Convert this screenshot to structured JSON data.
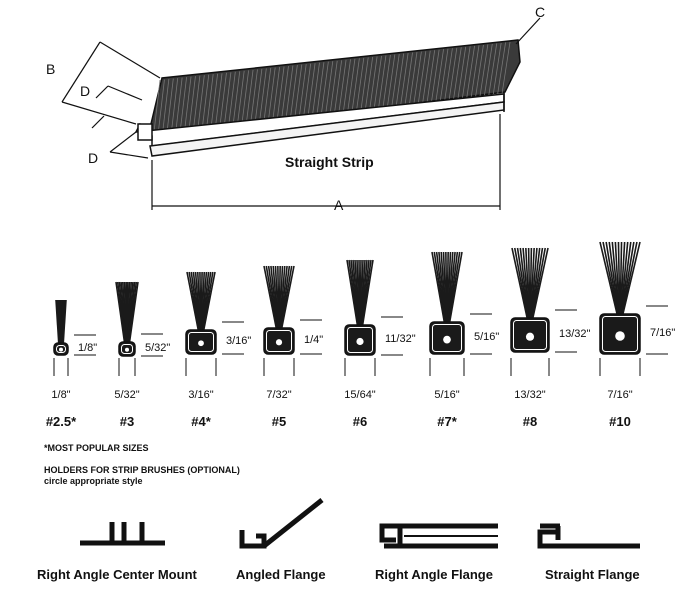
{
  "top": {
    "title": "Straight Strip",
    "dim_a": "A",
    "dim_b": "B",
    "dim_c": "C",
    "dim_d_upper": "D",
    "dim_d_lower": "D"
  },
  "sizes": [
    {
      "name": "#2.5*",
      "height": "1/8\"",
      "width": "1/8\""
    },
    {
      "name": "#3",
      "height": "5/32\"",
      "width": "5/32\""
    },
    {
      "name": "#4*",
      "height": "3/16\"",
      "width": "3/16\""
    },
    {
      "name": "#5",
      "height": "1/4\"",
      "width": "7/32\""
    },
    {
      "name": "#6",
      "height": "11/32\"",
      "width": "15/64\""
    },
    {
      "name": "#7*",
      "height": "5/16\"",
      "width": "5/16\""
    },
    {
      "name": "#8",
      "height": "13/32\"",
      "width": "13/32\""
    },
    {
      "name": "#10",
      "height": "7/16\"",
      "width": "7/16\""
    }
  ],
  "notes": {
    "popular": "*MOST POPULAR SIZES",
    "holders_title": "HOLDERS FOR STRIP BRUSHES (OPTIONAL)",
    "holders_sub": "circle appropriate style"
  },
  "holders": [
    {
      "label": "Right Angle Center Mount"
    },
    {
      "label": "Angled Flange"
    },
    {
      "label": "Right Angle Flange"
    },
    {
      "label": "Straight Flange"
    }
  ]
}
